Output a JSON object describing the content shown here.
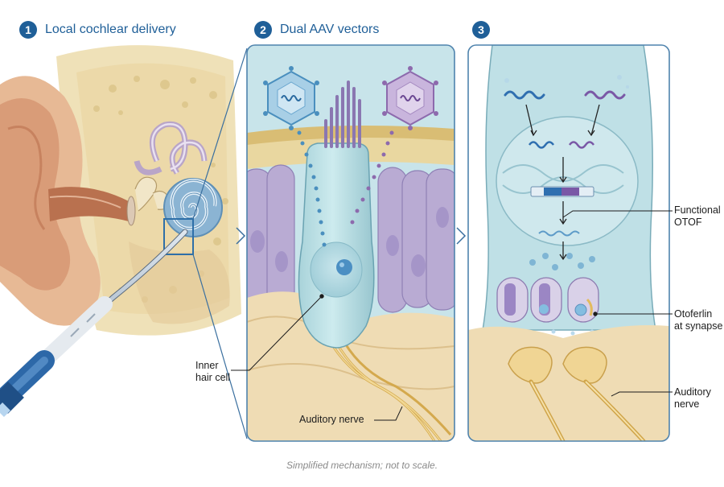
{
  "colors": {
    "accent": "#1f5f98",
    "panel_border": "#4f83ad",
    "cell_fill": "#bfe1e6",
    "vector_blue": "#4a8fbe",
    "vector_purple": "#8d6aad",
    "nerve": "#e2c27a",
    "skin": "#e7b995",
    "bone": "#efe1b8"
  },
  "panels": [
    {
      "number": "1",
      "title": "Local cochlear delivery"
    },
    {
      "number": "2",
      "title": "Dual AAV vectors"
    },
    {
      "number": "3",
      "title": ""
    }
  ],
  "labels": {
    "inner_hair_cell": "Inner\nhair cell",
    "auditory_nerve_2": "Auditory nerve",
    "functional_otof": "Functional\nOTOF",
    "otoferlin_synapse": "Otoferlin\nat synapse",
    "auditory_nerve_3": "Auditory\nnerve"
  },
  "footnote": "Simplified mechanism; not to scale."
}
